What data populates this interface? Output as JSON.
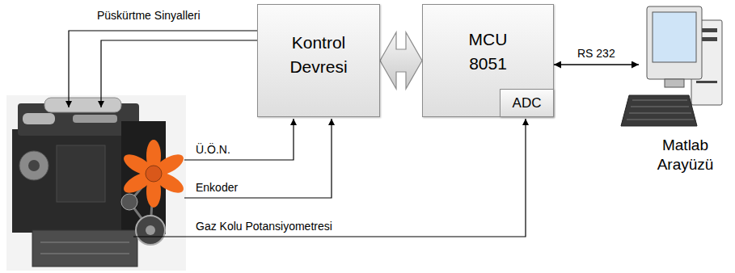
{
  "diagram": {
    "nodes": [
      {
        "text": [
          "Kontrol Devresi"
        ]
      },
      {
        "text": [
          "MCU 8051"
        ]
      },
      {
        "text": [
          "ADC"
        ],
        "in": 1
      },
      {
        "text": [
          "Matlab Arayüzü"
        ]
      }
    ],
    "edges": [
      {
        "from": 0,
        "to": 1,
        "arrow": "both"
      },
      {
        "from": 1,
        "to": 3,
        "label": "RS 232",
        "arrow": "both"
      }
    ],
    "labels": [
      "Püskürtme Sinyalleri",
      "Ü.Ö.N.",
      "Enkoder",
      "Gaz Kolu Potansiyometresi"
    ]
  }
}
